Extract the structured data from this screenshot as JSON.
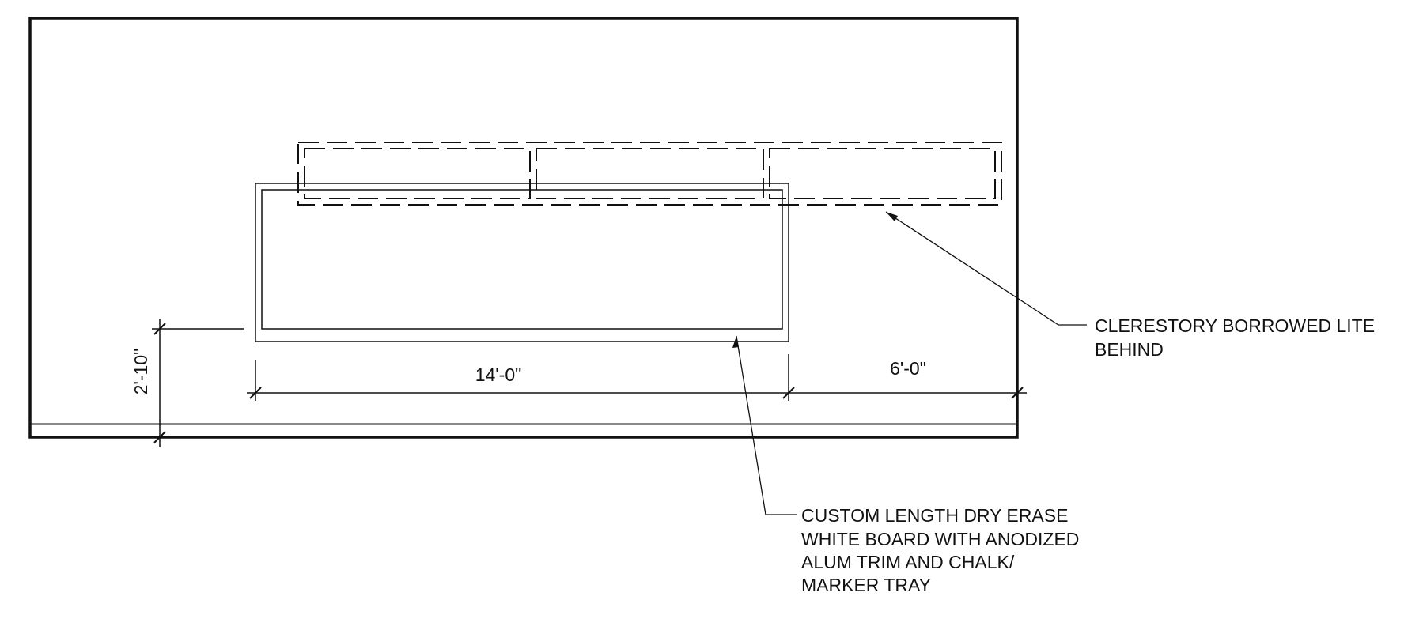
{
  "dimensions": {
    "board_length": "14'-0\"",
    "offset_to_wall": "6'-0\"",
    "mount_height": "2'-10\""
  },
  "notes": {
    "clerestory": {
      "line1": "CLERESTORY BORROWED LITE",
      "line2": "BEHIND"
    },
    "whiteboard": {
      "line1": "CUSTOM LENGTH DRY ERASE",
      "line2": "WHITE BOARD WITH ANODIZED",
      "line3": "ALUM TRIM AND CHALK/",
      "line4": "MARKER TRAY"
    }
  },
  "colors": {
    "ink": "#111111",
    "background": "#ffffff"
  }
}
